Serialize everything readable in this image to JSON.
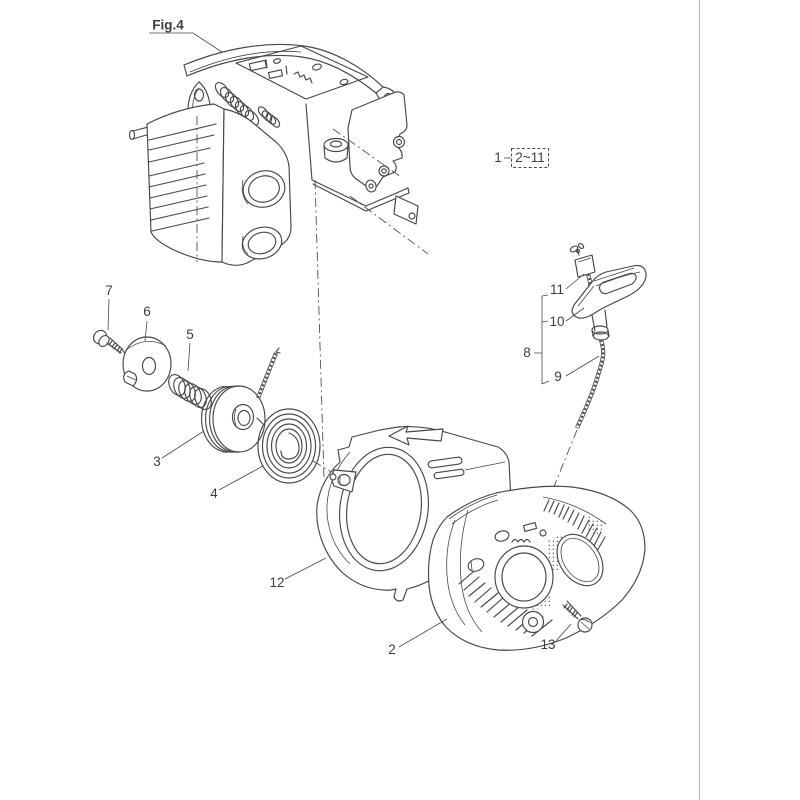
{
  "figure_label": "Fig.4",
  "group_callout": {
    "item": "1",
    "range": "2~11"
  },
  "callouts": {
    "n2": "2",
    "n3": "3",
    "n4": "4",
    "n5": "5",
    "n6": "6",
    "n7": "7",
    "n8": "8",
    "n9": "9",
    "n10": "10",
    "n11": "11",
    "n12": "12",
    "n13": "13"
  },
  "colors": {
    "line": "#474747",
    "label_text": "#3d3d3d",
    "page_divider": "#b7b7b7",
    "background": "#ffffff"
  }
}
